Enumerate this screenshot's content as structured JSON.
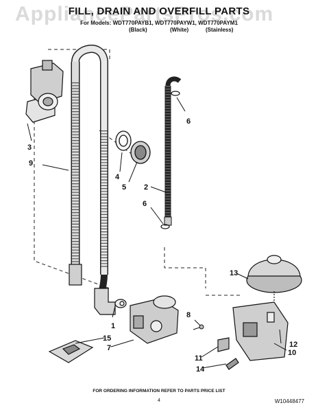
{
  "header": {
    "title": "FILL, DRAIN AND OVERFILL PARTS",
    "models": "For Models: WDT770PAYB1, WDT770PAYW1, WDT770PAYM1",
    "columns": [
      "(Black)",
      "(White)",
      "(Stainless)"
    ]
  },
  "watermark": "AppliancePartsPros.com",
  "callouts": [
    "1",
    "2",
    "3",
    "4",
    "5",
    "6",
    "6",
    "7",
    "8",
    "9",
    "10",
    "11",
    "12",
    "13",
    "14",
    "15"
  ],
  "footer": {
    "ordering_note": "FOR ORDERING INFORMATION REFER TO PARTS PRICE LIST",
    "page_number": "4",
    "doc_number": "W10448477"
  },
  "colors": {
    "line": "#1a1a1a",
    "shade": "#9a9a9a",
    "fill": "#d8d8d8"
  }
}
